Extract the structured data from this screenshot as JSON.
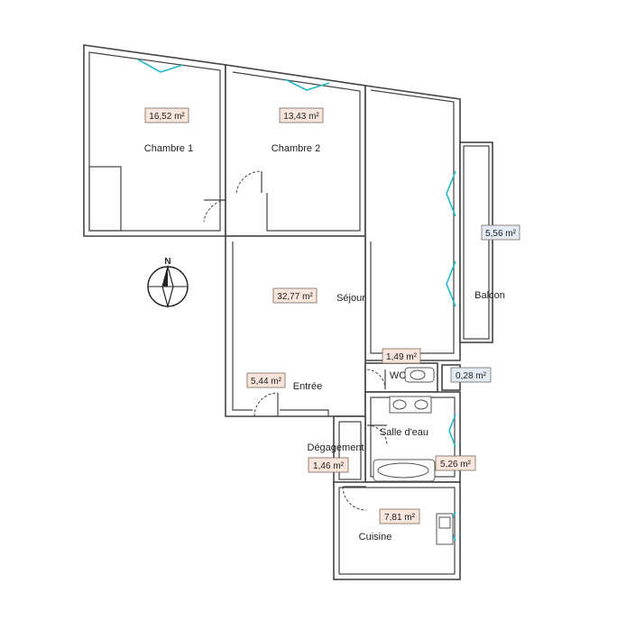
{
  "rooms": [
    {
      "name": "Chambre 1",
      "area": "16,52 m²"
    },
    {
      "name": "Chambre 2",
      "area": "13,43 m²"
    },
    {
      "name": "Séjour",
      "area": "32,77 m²"
    },
    {
      "name": "Balcon",
      "area": "5,56 m²"
    },
    {
      "name": "WC",
      "area": "1,49 m²"
    },
    {
      "name": "Entrée",
      "area": "5,44 m²"
    },
    {
      "name": "Salle d'eau",
      "area": "5,26 m²"
    },
    {
      "name": "Dégagement",
      "area": "1,46 m²"
    },
    {
      "name": "Cuisine",
      "area": "7,81 m²"
    }
  ],
  "extra_areas": [
    "0,28 m²"
  ],
  "compass": {
    "north_label": "N"
  },
  "colors": {
    "area_fill_room": "#f8e6dc",
    "area_fill_outdoor": "#e3ecf6",
    "window": "#22b8c8",
    "wall": "#444444"
  }
}
